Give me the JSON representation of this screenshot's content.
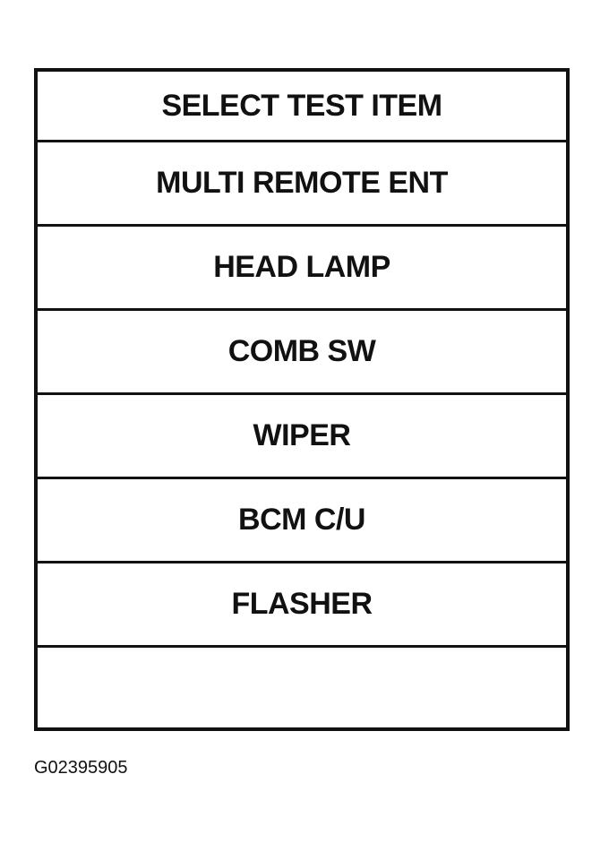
{
  "screen": {
    "title": "SELECT TEST ITEM",
    "items": [
      {
        "label": "MULTI REMOTE ENT"
      },
      {
        "label": "HEAD LAMP"
      },
      {
        "label": "COMB SW"
      },
      {
        "label": "WIPER"
      },
      {
        "label": "BCM C/U"
      },
      {
        "label": "FLASHER"
      }
    ]
  },
  "figure_id": "G02395905",
  "colors": {
    "border": "#111111",
    "background": "#ffffff",
    "text": "#111111"
  }
}
